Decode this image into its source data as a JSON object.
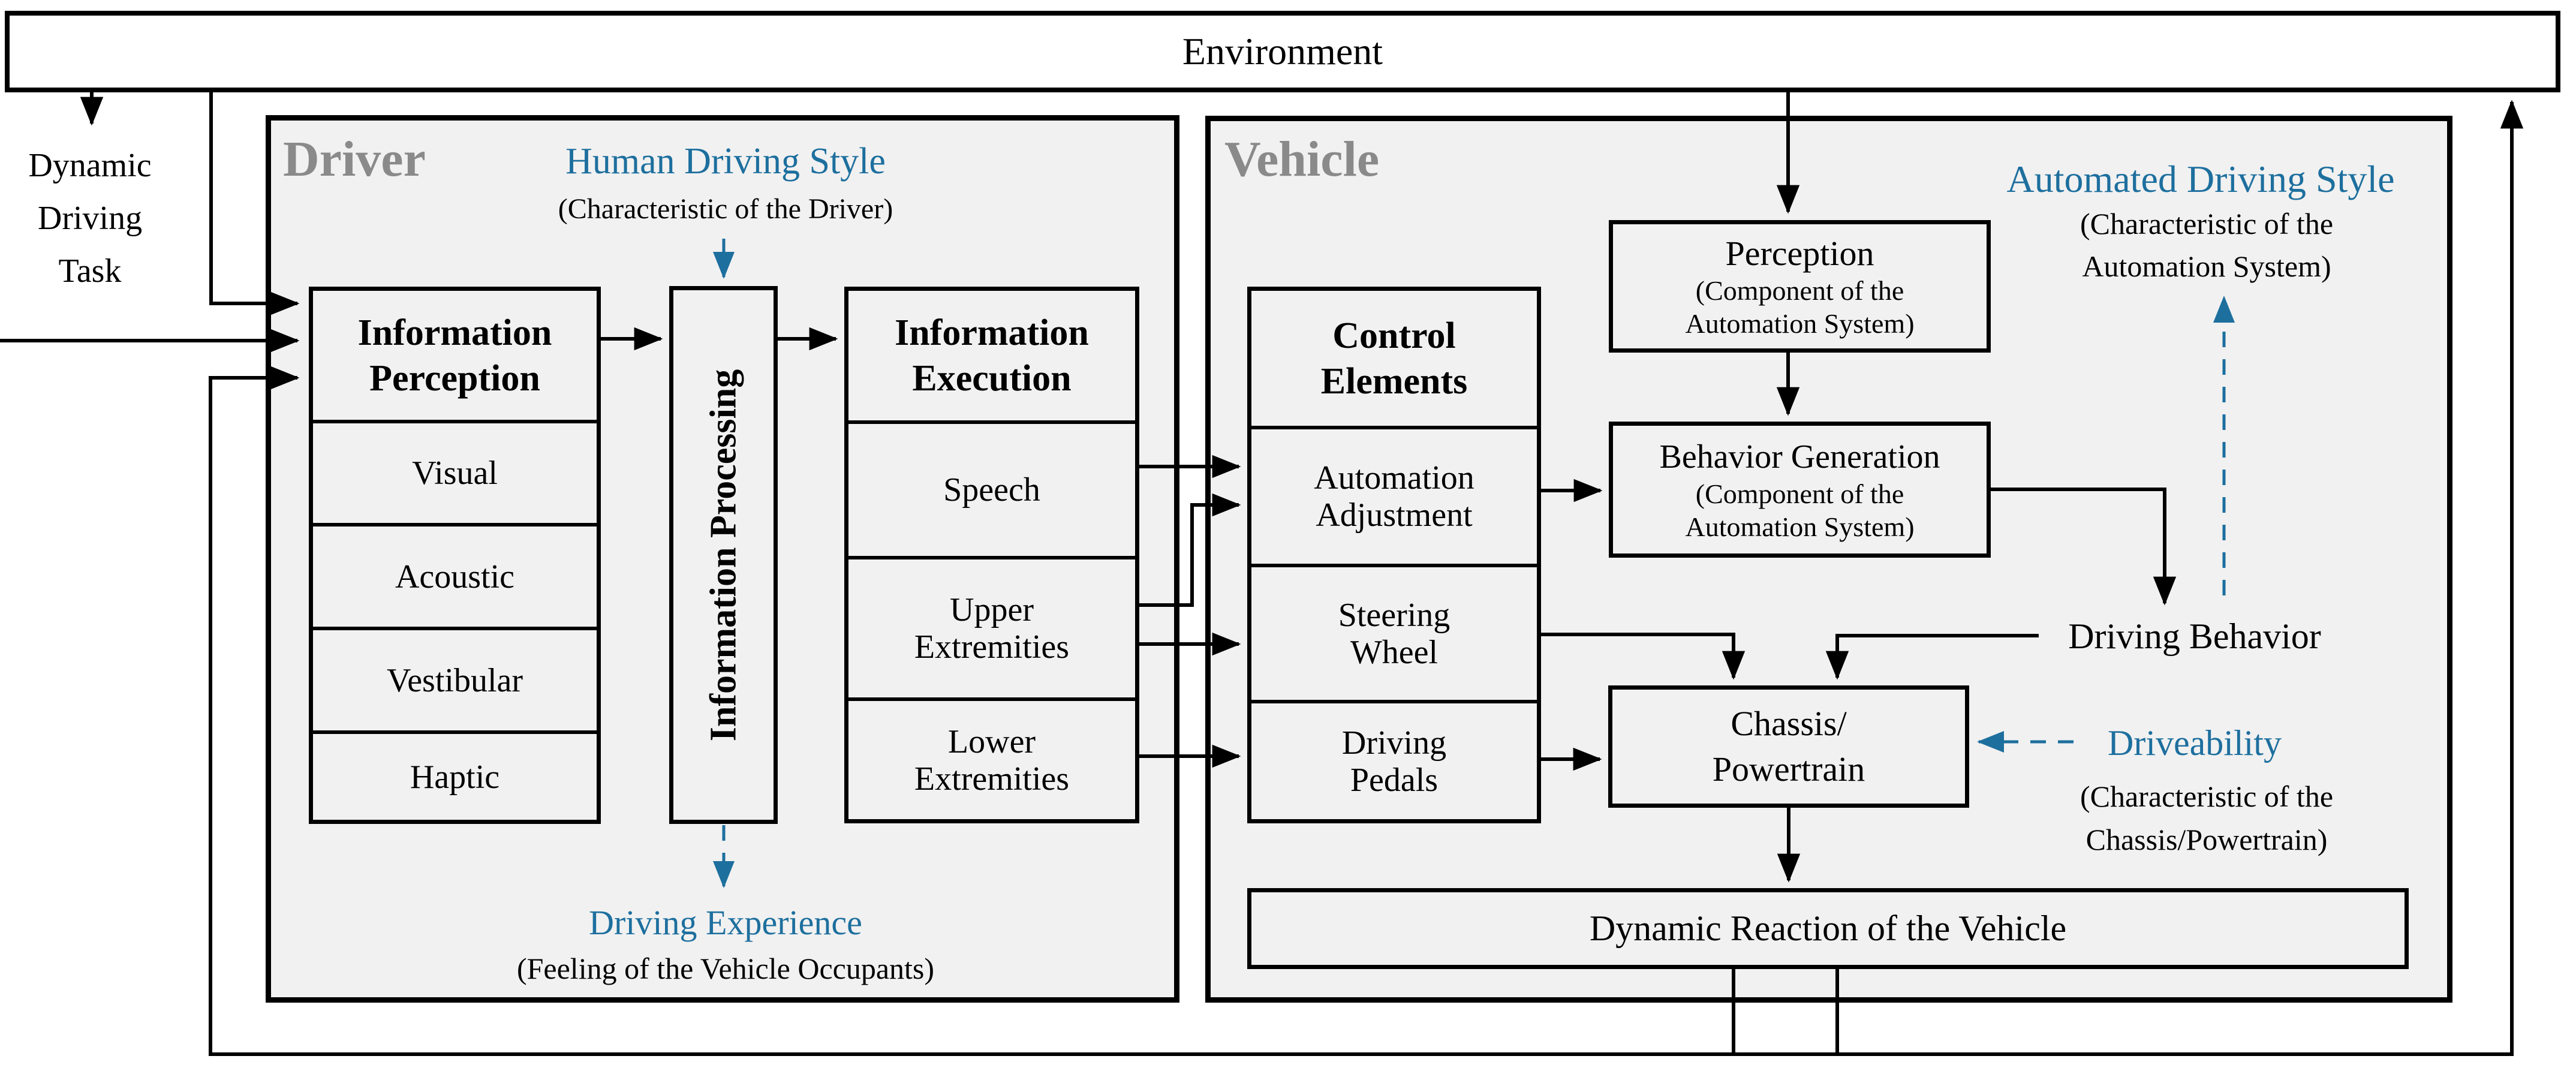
{
  "colors": {
    "accent_blue": "#1d6f9e",
    "label_gray": "#8a8a8a",
    "panel_fill": "#f1f1f1",
    "wire_black": "#000000"
  },
  "environment": {
    "label": "Environment"
  },
  "inputs": {
    "dynamic_driving_task": [
      "Dynamic",
      "Driving",
      "Task"
    ]
  },
  "driver": {
    "title": "Driver",
    "human_driving_style": {
      "title": "Human Driving Style",
      "subtitle": "(Characteristic of the Driver)"
    },
    "information_perception": {
      "header": [
        "Information",
        "Perception"
      ],
      "rows": [
        "Visual",
        "Acoustic",
        "Vestibular",
        "Haptic"
      ]
    },
    "information_processing": {
      "label": "Information Processing"
    },
    "information_execution": {
      "header": [
        "Information",
        "Execution"
      ],
      "rows": [
        [
          "Speech",
          ""
        ],
        [
          "Upper",
          "Extremities"
        ],
        [
          "Lower",
          "Extremities"
        ]
      ]
    },
    "driving_experience": {
      "title": "Driving Experience",
      "subtitle": "(Feeling of the Vehicle Occupants)"
    }
  },
  "vehicle": {
    "title": "Vehicle",
    "automated_driving_style": {
      "title": "Automated Driving Style",
      "subtitle": [
        "(Characteristic of the",
        "Automation System)"
      ]
    },
    "control_elements": {
      "header": [
        "Control",
        "Elements"
      ],
      "rows": [
        [
          "Automation",
          "Adjustment"
        ],
        [
          "Steering",
          "Wheel"
        ],
        [
          "Driving",
          "Pedals"
        ]
      ]
    },
    "perception": {
      "title": "Perception",
      "subtitle": [
        "(Component of the",
        "Automation System)"
      ]
    },
    "behavior_generation": {
      "title": "Behavior Generation",
      "subtitle": [
        "(Component of the",
        "Automation System)"
      ]
    },
    "driving_behavior": {
      "label": "Driving Behavior"
    },
    "chassis_powertrain": {
      "lines": [
        "Chassis/",
        "Powertrain"
      ]
    },
    "driveability": {
      "title": "Driveability",
      "subtitle": [
        "(Characteristic of the",
        "Chassis/Powertrain)"
      ]
    },
    "dynamic_reaction": {
      "label": "Dynamic Reaction of the Vehicle"
    }
  }
}
